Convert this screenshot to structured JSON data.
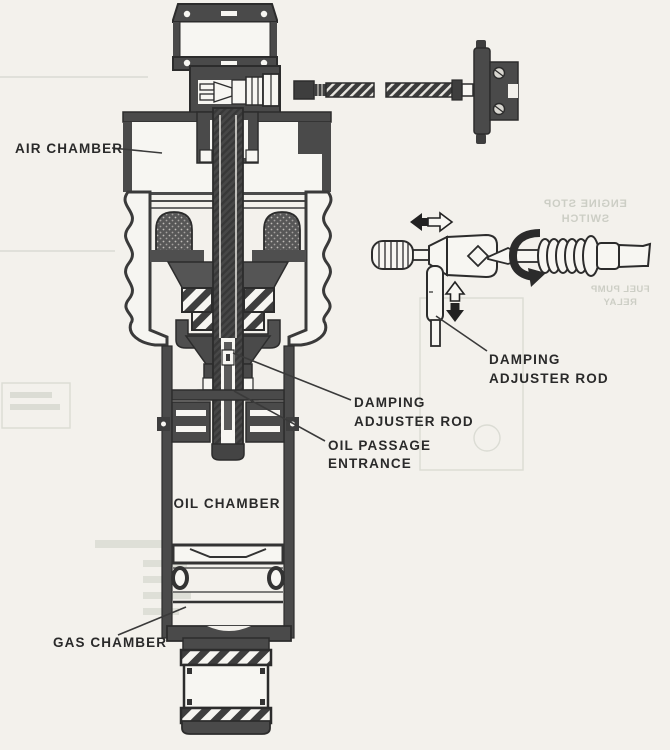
{
  "page": {
    "kind": "scanned technical diagram page",
    "background_color": "#f3f1ec"
  },
  "palette": {
    "ink": "#4a4a4a",
    "ink_dark": "#3e3e3e",
    "outline": "#2c2c2c",
    "paper_white": "#f7f6f2",
    "label_text": "#2a2a2a",
    "ghost_bleedthrough": "#8d9384"
  },
  "labels": {
    "air_chamber": "AIR CHAMBER",
    "damping_adjuster_rod_detail": {
      "line1": "DAMPING",
      "line2": "ADJUSTER ROD"
    },
    "damping_adjuster_rod_main": {
      "line1": "DAMPING",
      "line2": "ADJUSTER ROD"
    },
    "oil_passage_entrance": {
      "line1": "OIL PASSAGE",
      "line2": "ENTRANCE"
    },
    "oil_chamber": "OIL CHAMBER",
    "gas_chamber": "GAS CHAMBER"
  },
  "bleedthrough_text": {
    "engine_stop": "ENGINE STOP",
    "switch": "SWITCH",
    "fuel_pump": "FUEL PUMP",
    "relay": "RELAY"
  },
  "icons": [
    {
      "name": "slide-direction-arrows",
      "meaning": "cable slides left/right"
    },
    {
      "name": "up-down-arrows",
      "meaning": "adjuster rod moves up/down"
    },
    {
      "name": "rotate-arrow",
      "meaning": "turn adjuster screw"
    }
  ]
}
